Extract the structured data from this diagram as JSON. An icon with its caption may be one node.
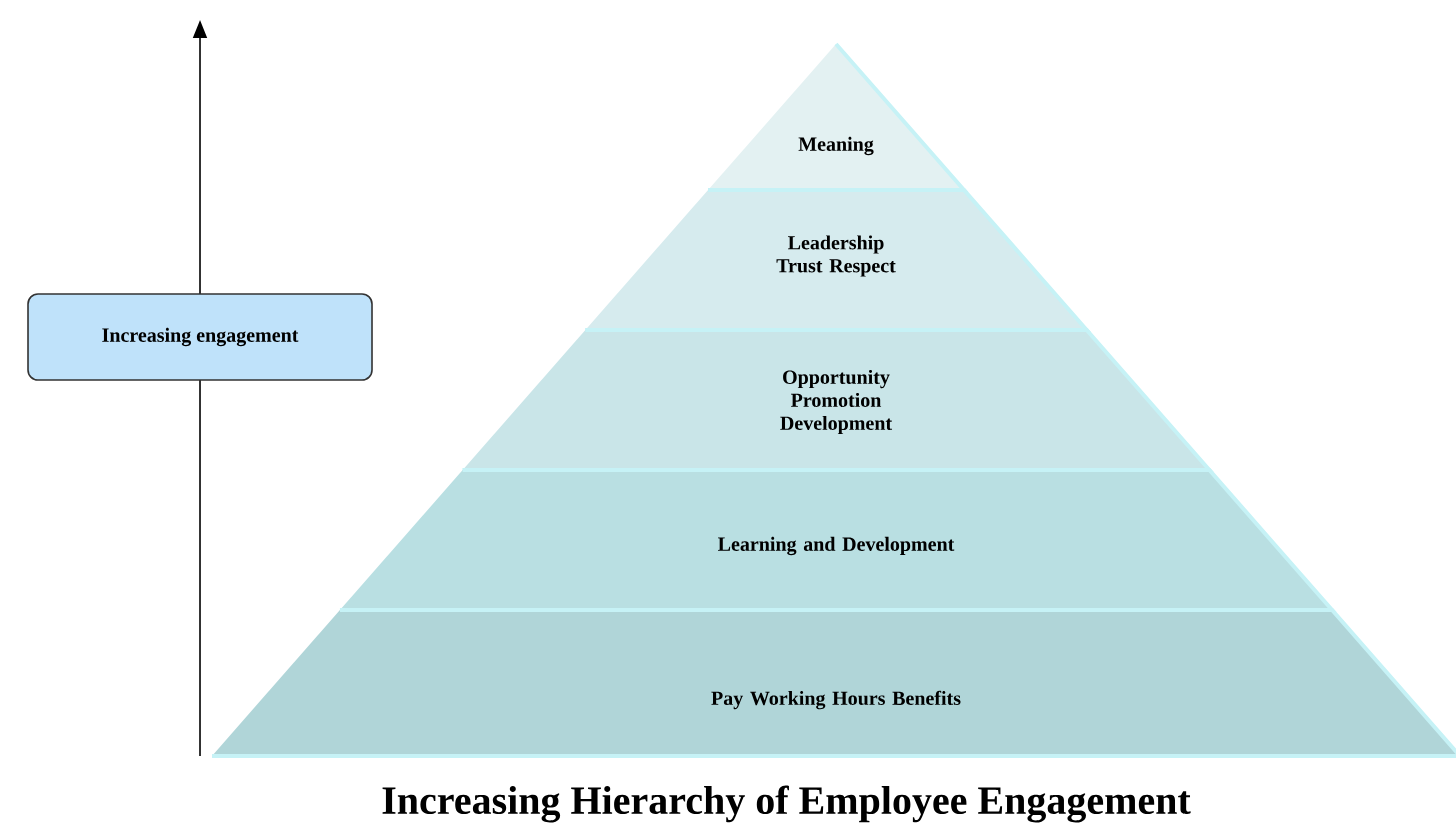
{
  "diagram": {
    "caption": "Increasing Hierarchy of Employee Engagement",
    "nodes": [
      {
        "text": [
          "Increasing engagement"
        ]
      },
      {
        "text": [
          "Meaning"
        ]
      },
      {
        "text": [
          "Leadership Trust Respect"
        ]
      },
      {
        "text": [
          "Opportunity Promotion Development"
        ]
      },
      {
        "text": [
          "Learning and Development"
        ]
      },
      {
        "text": [
          "Pay Working Hours Benefits"
        ]
      }
    ]
  }
}
